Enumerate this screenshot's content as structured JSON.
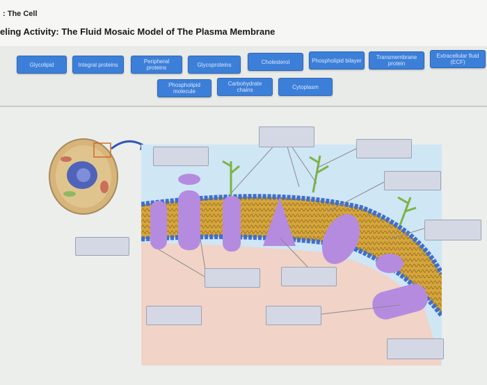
{
  "header": {
    "breadcrumb": ": The Cell",
    "title": "eling Activity: The Fluid Mosaic Model of The Plasma Membrane"
  },
  "word_bank": [
    {
      "id": "glycolipid",
      "label": "Glycolipid"
    },
    {
      "id": "integral-proteins",
      "label": "Integral proteins"
    },
    {
      "id": "peripheral-proteins",
      "label": "Peripheral proteins"
    },
    {
      "id": "glycoproteins",
      "label": "Glycoproteins"
    },
    {
      "id": "cholesterol",
      "label": "Cholesterol"
    },
    {
      "id": "phospholipid-bilayer",
      "label": "Phospholipid bilayer"
    },
    {
      "id": "transmembrane-protein",
      "label": "Transmembrane protein"
    },
    {
      "id": "extracellular-fluid",
      "label": "Extracellular fluid (ECF)"
    },
    {
      "id": "phospholipid-molecule",
      "label": "Phospholipid molecule"
    },
    {
      "id": "carbohydrate-chains",
      "label": "Carbohydrate chains"
    },
    {
      "id": "cytoplasm",
      "label": "Cytoplasm"
    }
  ],
  "colors": {
    "chip": "#3c7fd9",
    "drop_target": "#d3d8e4",
    "head": "#3d6fd0",
    "tail": "#d6a53c",
    "protein": "#b58be0",
    "cytoplasm": "#f1d3c7",
    "ecf": "#cfe6f5"
  }
}
